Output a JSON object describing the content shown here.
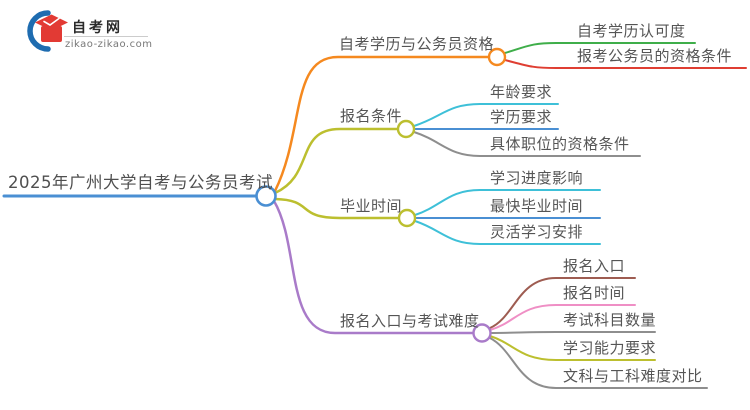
{
  "logo": {
    "title": "自考网",
    "subtitle": "zikao-zikao.com",
    "icon_colors": {
      "crescent_blue": "#1e6cb0",
      "cap_red": "#e23a34"
    }
  },
  "map": {
    "root": {
      "label": "2025年广州大学自考与公务员考试",
      "color": "#4a8fd3"
    },
    "branches": [
      {
        "label": "自考学历与公务员资格",
        "color": "#f5891f",
        "children": [
          {
            "label": "自考学历认可度",
            "color": "#3fae4a"
          },
          {
            "label": "报考公务员的资格条件",
            "color": "#df3e32"
          }
        ]
      },
      {
        "label": "报名条件",
        "color": "#bcbf2f",
        "children": [
          {
            "label": "年龄要求",
            "color": "#3ec0d8"
          },
          {
            "label": "学历要求",
            "color": "#4a8fd3"
          },
          {
            "label": "具体职位的资格条件",
            "color": "#8e8e8e"
          }
        ]
      },
      {
        "label": "毕业时间",
        "color": "#bcbf2f",
        "children": [
          {
            "label": "学习进度影响",
            "color": "#3ec0d8"
          },
          {
            "label": "最快毕业时间",
            "color": "#4a8fd3"
          },
          {
            "label": "灵活学习安排",
            "color": "#3ec0d8"
          }
        ]
      },
      {
        "label": "报名入口与考试难度",
        "color": "#a97bc9",
        "children": [
          {
            "label": "报名入口",
            "color": "#9e5c51"
          },
          {
            "label": "报名时间",
            "color": "#ef8fc5"
          },
          {
            "label": "考试科目数量",
            "color": "#8e8e8e"
          },
          {
            "label": "学习能力要求",
            "color": "#bcbf2f"
          },
          {
            "label": "文科与工科难度对比",
            "color": "#8e8e8e"
          }
        ]
      }
    ]
  }
}
